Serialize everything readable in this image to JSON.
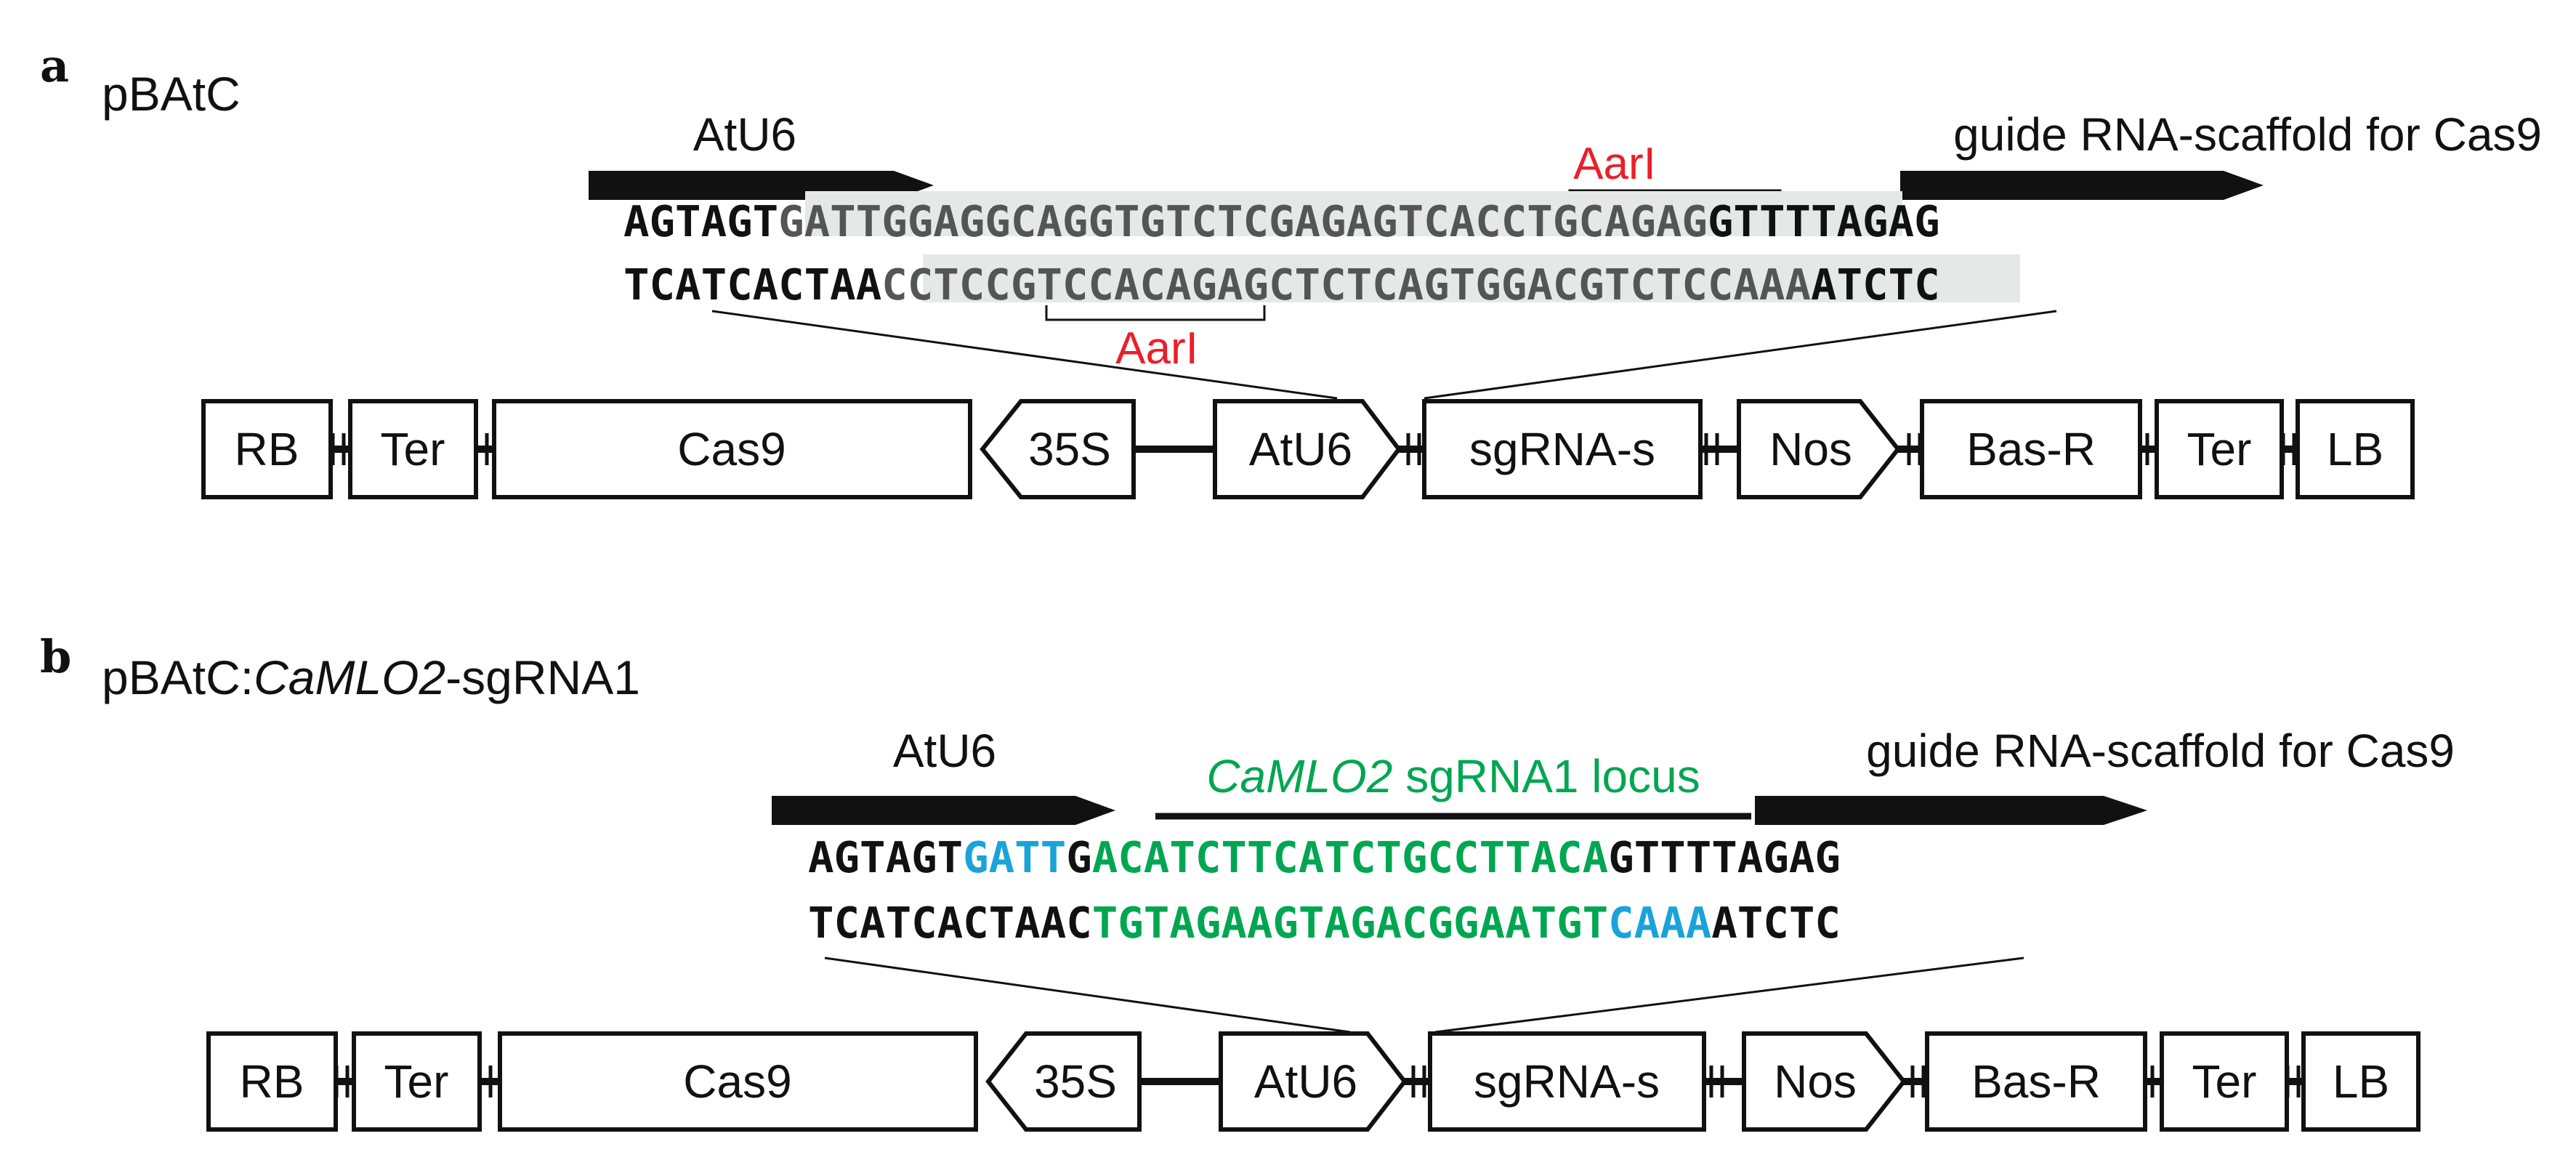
{
  "panel_a": {
    "letter": "a",
    "title": "pBAtC",
    "promoter_label": "AtU6",
    "scaffold_label": "guide RNA-scaffold for Cas9",
    "site_label_top": "AarI",
    "site_label_bottom": "AarI",
    "top_seq": {
      "lead": "AGTAGT",
      "grey_1": "GATTGGAGGCAGGTGTCTCGAGAGTCACCTGCAGAG",
      "tail": "GTTTTAGAG"
    },
    "bottom_seq": {
      "lead": "TCATCACTAA",
      "grey_1": "CCTCCGTCCACAGAGCTCTCAGTGGACGTCTCCAAA",
      "tail": "ATCTC"
    },
    "map": [
      "RB",
      "Ter",
      "Cas9",
      "35S",
      "AtU6",
      "sgRNA-s",
      "Nos",
      "Bas-R",
      "Ter",
      "LB"
    ]
  },
  "panel_b": {
    "letter": "b",
    "title_prefix": "pBAtC:",
    "title_gene": "CaMLO2",
    "title_suffix": "-sgRNA1",
    "promoter_label": "AtU6",
    "locus_gene": "CaMLO2",
    "locus_rest": " sgRNA1 locus",
    "scaffold_label": "guide RNA-scaffold for Cas9",
    "top_seq": {
      "lead": "AGTAGT",
      "blue": "GATT",
      "mid": "G",
      "green": "ACATCTTCATCTGCCTTACA",
      "tail": "GTTTTAGAG"
    },
    "bottom_seq": {
      "lead": "TCATCACTAAC",
      "green": "TGTAGAAGTAGACGGAATGT",
      "blue": "CAAA",
      "tail": "ATCTC"
    },
    "map": [
      "RB",
      "Ter",
      "Cas9",
      "35S",
      "AtU6",
      "sgRNA-s",
      "Nos",
      "Bas-R",
      "Ter",
      "LB"
    ]
  },
  "colors": {
    "ink": "#111111",
    "site_red": "#e8202a",
    "locus_green": "#00a651",
    "overhang_blue": "#1aa3d9",
    "highlight_grey": "#e6e8e8"
  }
}
